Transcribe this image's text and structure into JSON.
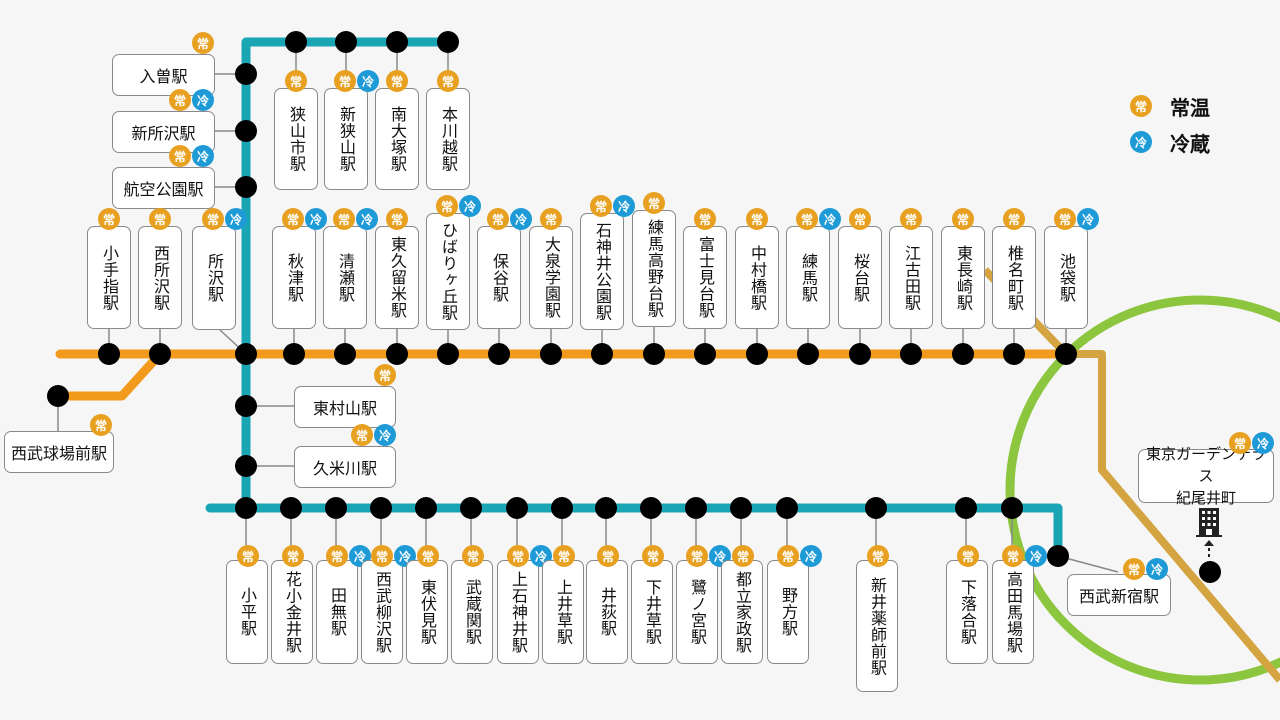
{
  "legend": {
    "items": [
      {
        "badge": "常",
        "label": "常温",
        "type": "jo"
      },
      {
        "badge": "冷",
        "label": "冷蔵",
        "type": "rei"
      }
    ]
  },
  "badge_text": {
    "jo": "常",
    "rei": "冷"
  },
  "colors": {
    "ikebukuro_line": "#f29a1c",
    "shinjuku_line": "#1aa5b5",
    "yamanote_line": "#8cc63f",
    "oedo_line": "#d4a441",
    "station_dot": "#000000",
    "badge_jo": "#e8a020",
    "badge_rei": "#1e9bd7"
  },
  "stations": {
    "sayama_branch": [
      {
        "name": "狭山市駅",
        "badges": [
          "jo"
        ]
      },
      {
        "name": "新狭山駅",
        "badges": [
          "jo",
          "rei"
        ]
      },
      {
        "name": "南大塚駅",
        "badges": [
          "jo"
        ]
      },
      {
        "name": "本川越駅",
        "badges": [
          "jo"
        ]
      }
    ],
    "shinjuku_north": [
      {
        "name": "入曽駅",
        "badges": [
          "jo"
        ]
      },
      {
        "name": "新所沢駅",
        "badges": [
          "jo",
          "rei"
        ]
      },
      {
        "name": "航空公園駅",
        "badges": [
          "jo",
          "rei"
        ]
      }
    ],
    "ikebukuro_line": [
      {
        "name": "小手指駅",
        "badges": [
          "jo"
        ]
      },
      {
        "name": "西所沢駅",
        "badges": [
          "jo"
        ]
      },
      {
        "name": "所沢駅",
        "badges": [
          "jo",
          "rei"
        ]
      },
      {
        "name": "秋津駅",
        "badges": [
          "jo",
          "rei"
        ]
      },
      {
        "name": "清瀬駅",
        "badges": [
          "jo",
          "rei"
        ]
      },
      {
        "name": "東久留米駅",
        "badges": [
          "jo"
        ]
      },
      {
        "name": "ひばりヶ丘駅",
        "badges": [
          "jo",
          "rei"
        ]
      },
      {
        "name": "保谷駅",
        "badges": [
          "jo",
          "rei"
        ]
      },
      {
        "name": "大泉学園駅",
        "badges": [
          "jo"
        ]
      },
      {
        "name": "石神井公園駅",
        "badges": [
          "jo",
          "rei"
        ]
      },
      {
        "name": "練馬高野台駅",
        "badges": [
          "jo"
        ]
      },
      {
        "name": "富士見台駅",
        "badges": [
          "jo"
        ]
      },
      {
        "name": "中村橋駅",
        "badges": [
          "jo"
        ]
      },
      {
        "name": "練馬駅",
        "badges": [
          "jo",
          "rei"
        ]
      },
      {
        "name": "桜台駅",
        "badges": [
          "jo"
        ]
      },
      {
        "name": "江古田駅",
        "badges": [
          "jo"
        ]
      },
      {
        "name": "東長崎駅",
        "badges": [
          "jo"
        ]
      },
      {
        "name": "椎名町駅",
        "badges": [
          "jo"
        ]
      },
      {
        "name": "池袋駅",
        "badges": [
          "jo",
          "rei"
        ]
      }
    ],
    "sayama_line": [
      {
        "name": "西武球場前駅",
        "badges": [
          "jo"
        ]
      }
    ],
    "shinjuku_mid": [
      {
        "name": "東村山駅",
        "badges": [
          "jo"
        ]
      },
      {
        "name": "久米川駅",
        "badges": [
          "jo",
          "rei"
        ]
      }
    ],
    "shinjuku_line": [
      {
        "name": "小平駅",
        "badges": [
          "jo"
        ]
      },
      {
        "name": "花小金井駅",
        "badges": [
          "jo"
        ]
      },
      {
        "name": "田無駅",
        "badges": [
          "jo",
          "rei"
        ]
      },
      {
        "name": "西武柳沢駅",
        "badges": [
          "jo",
          "rei"
        ]
      },
      {
        "name": "東伏見駅",
        "badges": [
          "jo"
        ]
      },
      {
        "name": "武蔵関駅",
        "badges": [
          "jo"
        ]
      },
      {
        "name": "上石神井駅",
        "badges": [
          "jo",
          "rei"
        ]
      },
      {
        "name": "上井草駅",
        "badges": [
          "jo"
        ]
      },
      {
        "name": "井荻駅",
        "badges": [
          "jo"
        ]
      },
      {
        "name": "下井草駅",
        "badges": [
          "jo"
        ]
      },
      {
        "name": "鷺ノ宮駅",
        "badges": [
          "jo",
          "rei"
        ]
      },
      {
        "name": "都立家政駅",
        "badges": [
          "jo"
        ]
      },
      {
        "name": "野方駅",
        "badges": [
          "jo",
          "rei"
        ]
      },
      {
        "name": "新井薬師前駅",
        "badges": [
          "jo"
        ]
      },
      {
        "name": "下落合駅",
        "badges": [
          "jo"
        ]
      },
      {
        "name": "高田馬場駅",
        "badges": [
          "jo",
          "rei"
        ]
      }
    ],
    "terminal": [
      {
        "name": "西武新宿駅",
        "badges": [
          "jo",
          "rei"
        ]
      }
    ],
    "destination": {
      "name": "東京ガーデンテラス\n紀尾井町",
      "badges": [
        "jo",
        "rei"
      ],
      "icon": "building-icon"
    }
  }
}
